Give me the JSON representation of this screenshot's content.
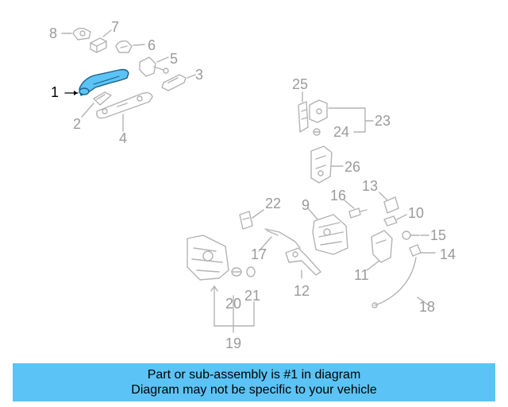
{
  "diagram": {
    "callouts": {
      "c1": "1",
      "c2": "2",
      "c3": "3",
      "c4": "4",
      "c5": "5",
      "c6": "6",
      "c7": "7",
      "c8": "8",
      "c9": "9",
      "c10": "10",
      "c11": "11",
      "c12": "12",
      "c13": "13",
      "c14": "14",
      "c15": "15",
      "c16": "16",
      "c17": "17",
      "c18": "18",
      "c19": "19",
      "c20": "20",
      "c21": "21",
      "c22": "22",
      "c23": "23",
      "c24": "24",
      "c25": "25",
      "c26": "26"
    },
    "highlighted_part": "1",
    "colors": {
      "highlight": "#5bc3f5",
      "part_stroke": "#b3b3b3",
      "label_gray": "#9a9a9a",
      "active_label": "#000000"
    }
  },
  "banner": {
    "line1": "Part or sub-assembly is #1 in diagram",
    "line2": "Diagram may not be specific to your vehicle",
    "color": "#5bc3f5"
  }
}
